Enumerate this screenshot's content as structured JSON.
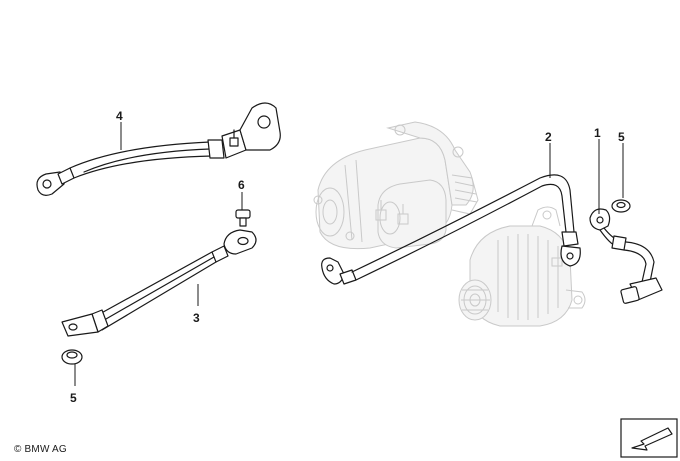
{
  "diagram": {
    "callouts": [
      {
        "id": "part-4",
        "label": "4"
      },
      {
        "id": "part-6",
        "label": "6"
      },
      {
        "id": "part-3",
        "label": "3"
      },
      {
        "id": "part-5-left",
        "label": "5"
      },
      {
        "id": "part-2",
        "label": "2"
      },
      {
        "id": "part-1",
        "label": "1"
      },
      {
        "id": "part-5-right",
        "label": "5"
      }
    ]
  },
  "footer": {
    "copyright": "© BMW AG"
  }
}
